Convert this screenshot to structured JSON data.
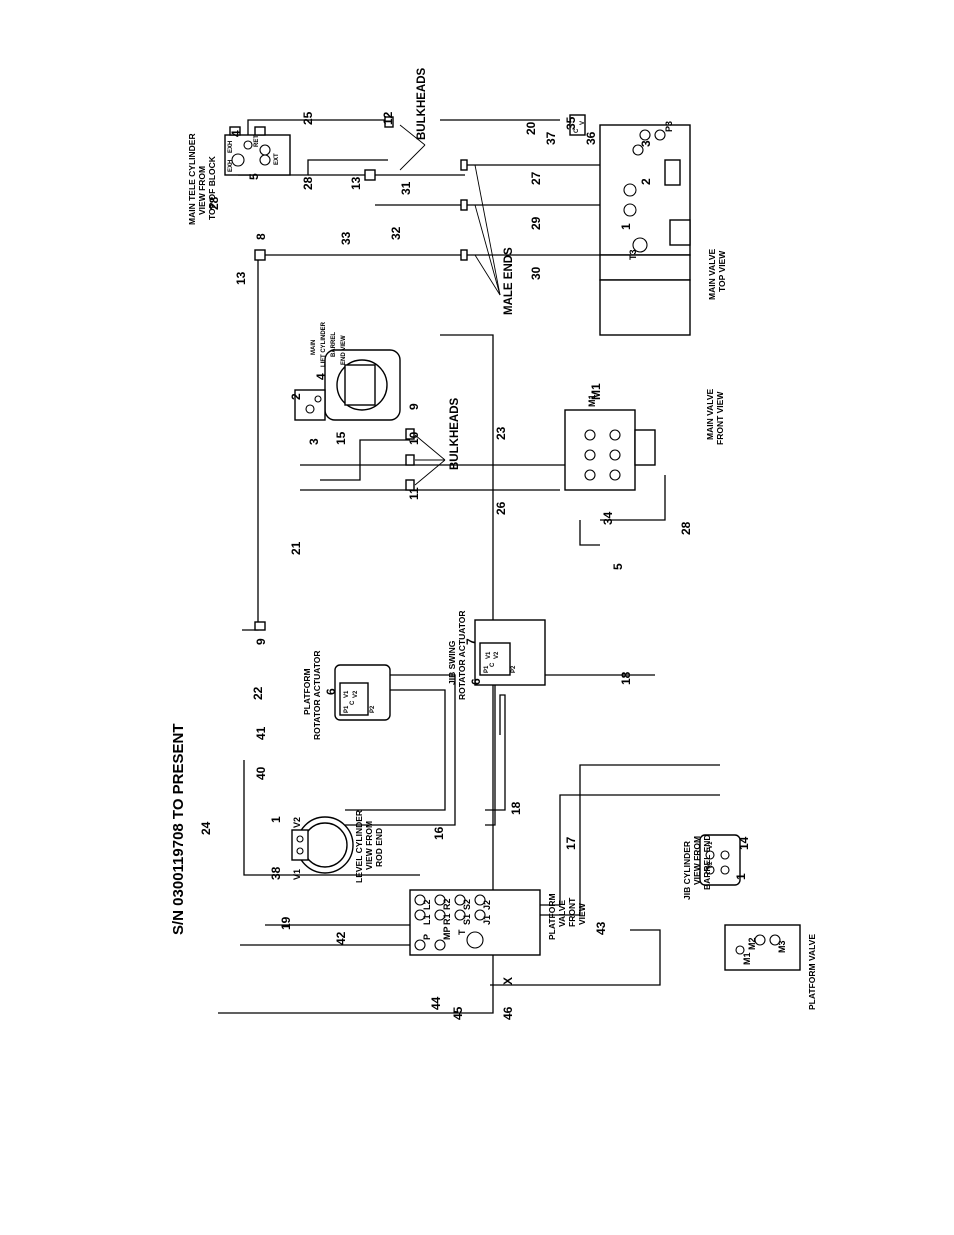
{
  "title": "S/N 0300119708 TO PRESENT",
  "components": {
    "main_tele": [
      "MAIN TELE CYLINDER",
      "VIEW FROM",
      "TOP OF BLOCK"
    ],
    "main_lift": [
      "MAIN",
      "LIFT CYLINDER",
      "BARREL",
      "END VIEW"
    ],
    "main_valve_top": [
      "MAIN VALVE",
      "TOP VIEW"
    ],
    "main_valve_front": [
      "MAIN VALVE",
      "FRONT VIEW"
    ],
    "bulkheads_upper": "BULKHEADS",
    "bulkheads_lower": "BULKHEADS",
    "male_ends": "MALE ENDS",
    "platform_rotator": [
      "PLATFORM",
      "ROTATOR ACTUATOR"
    ],
    "jib_swing": [
      "JIB SWING",
      "ROTATOR ACTUATOR"
    ],
    "level_cylinder": [
      "LEVEL CYLINDER",
      "VIEW FROM",
      "ROD END"
    ],
    "platform_valve_front": [
      "PLATFORM",
      "VALVE",
      "FRONT",
      "VIEW"
    ],
    "jib_cylinder": [
      "JIB CYLINDER",
      "VIEW FROM",
      "BARREL END"
    ],
    "platform_valve": "PLATFORM VALVE"
  },
  "ports": {
    "tele": [
      "EXH",
      "RET",
      "EXT",
      "EXH"
    ],
    "valve_top": [
      "P3",
      "T3"
    ],
    "valve_front": "M1",
    "plat_valve": [
      "L2",
      "L1",
      "R2",
      "R1",
      "S2",
      "S1",
      "J2",
      "J1",
      "P",
      "MP",
      "T"
    ],
    "plat_rot": [
      "P1",
      "P2",
      "V1",
      "V2",
      "C"
    ],
    "jib_rot": [
      "P1",
      "P2",
      "V1",
      "V2",
      "C"
    ],
    "level": [
      "V2",
      "V1"
    ],
    "jib_cyl": [
      "V1",
      "V2"
    ],
    "cv": [
      "C",
      "V"
    ],
    "pv": [
      "M1",
      "M2",
      "M3"
    ]
  },
  "callouts": {
    "c1": "1",
    "c2": "2",
    "c3": "3",
    "c4": "4",
    "c5": "5",
    "c6": "6",
    "c7": "7",
    "c8": "8",
    "c9": "9",
    "c10": "10",
    "c11": "11",
    "c12": "12",
    "c13": "13",
    "c14": "14",
    "c15": "15",
    "c16": "16",
    "c17": "17",
    "c18": "18",
    "c19": "19",
    "c20": "20",
    "c21": "21",
    "c22": "22",
    "c23": "23",
    "c24": "24",
    "c25": "25",
    "c26": "26",
    "c27": "27",
    "c28": "28",
    "c29": "29",
    "c30": "30",
    "c31": "31",
    "c32": "32",
    "c33": "33",
    "c34": "34",
    "c35": "35",
    "c36": "36",
    "c37": "37",
    "c38": "38",
    "c40": "40",
    "c41": "41",
    "c42": "42",
    "c43": "43",
    "c44": "44",
    "c45": "45",
    "c46": "46",
    "x": "X"
  }
}
